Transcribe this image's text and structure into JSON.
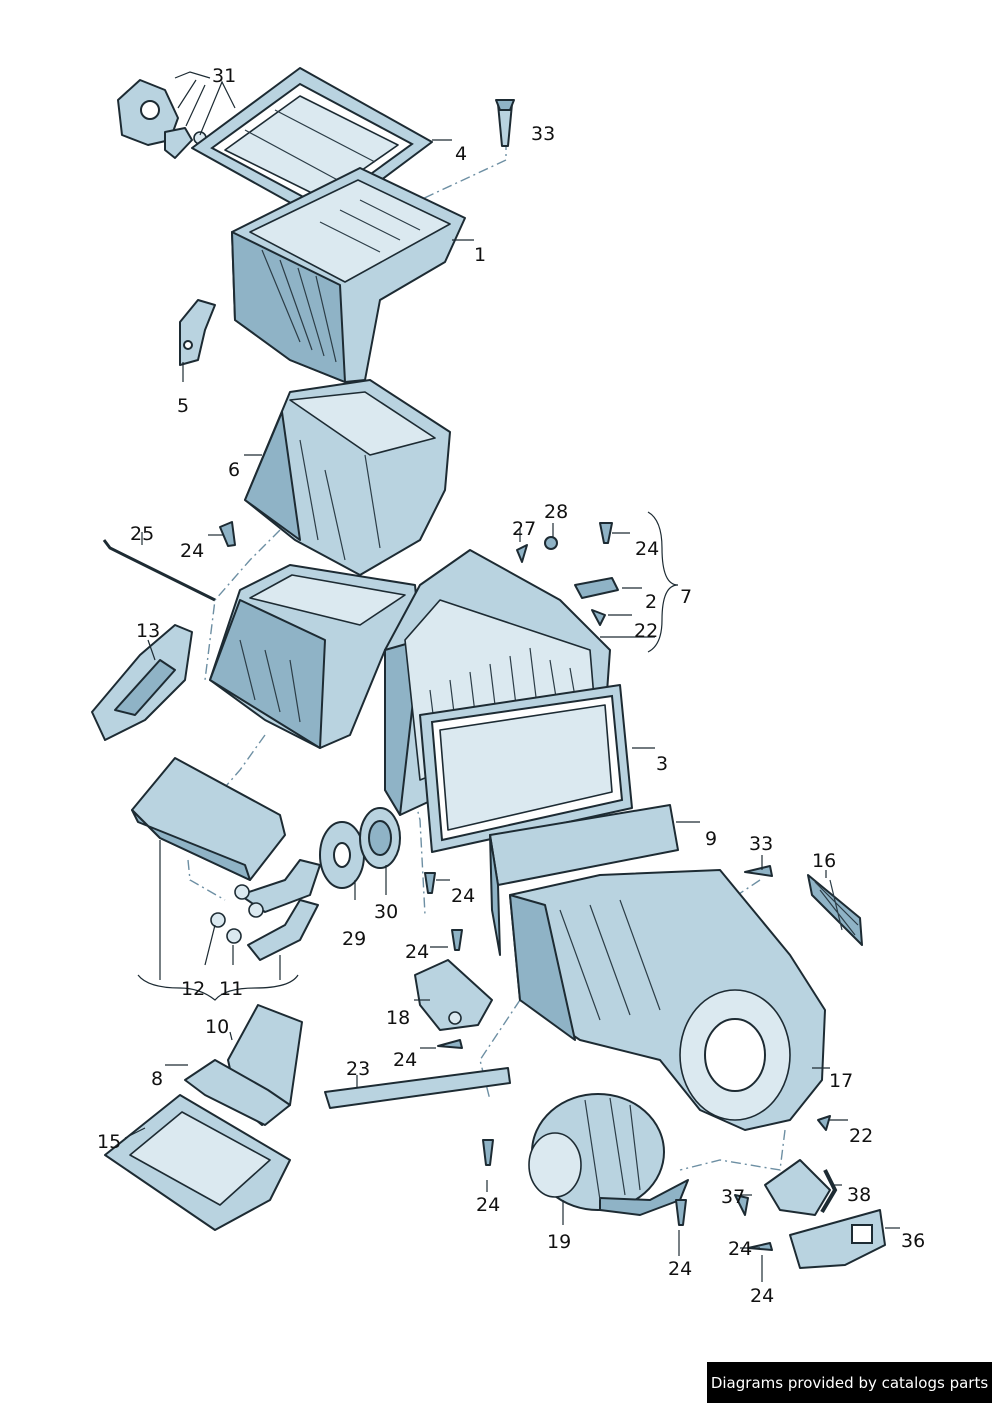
{
  "callouts": {
    "c1": "1",
    "c2": "2",
    "c3": "3",
    "c4": "4",
    "c5": "5",
    "c6": "6",
    "c7": "7",
    "c8": "8",
    "c9": "9",
    "c10": "10",
    "c11": "11",
    "c12": "12",
    "c13": "13",
    "c15": "15",
    "c16": "16",
    "c17": "17",
    "c18": "18",
    "c19": "19",
    "c22a": "22",
    "c22b": "22",
    "c23": "23",
    "c24a": "24",
    "c24b": "24",
    "c24c": "24",
    "c24d": "24",
    "c24e": "24",
    "c24f": "24",
    "c24g": "24",
    "c24h": "24",
    "c24i": "24",
    "c25": "25",
    "c27": "27",
    "c28": "28",
    "c29": "29",
    "c30": "30",
    "c31": "31",
    "c33a": "33",
    "c33b": "33",
    "c36": "36",
    "c37": "37",
    "c38": "38"
  },
  "footer": {
    "credit": "Diagrams provided by catalogs parts"
  },
  "colors": {
    "part": "#b9d3e0",
    "part_dark": "#8fb3c6",
    "outline": "#1d2b33",
    "background": "#ffffff"
  }
}
